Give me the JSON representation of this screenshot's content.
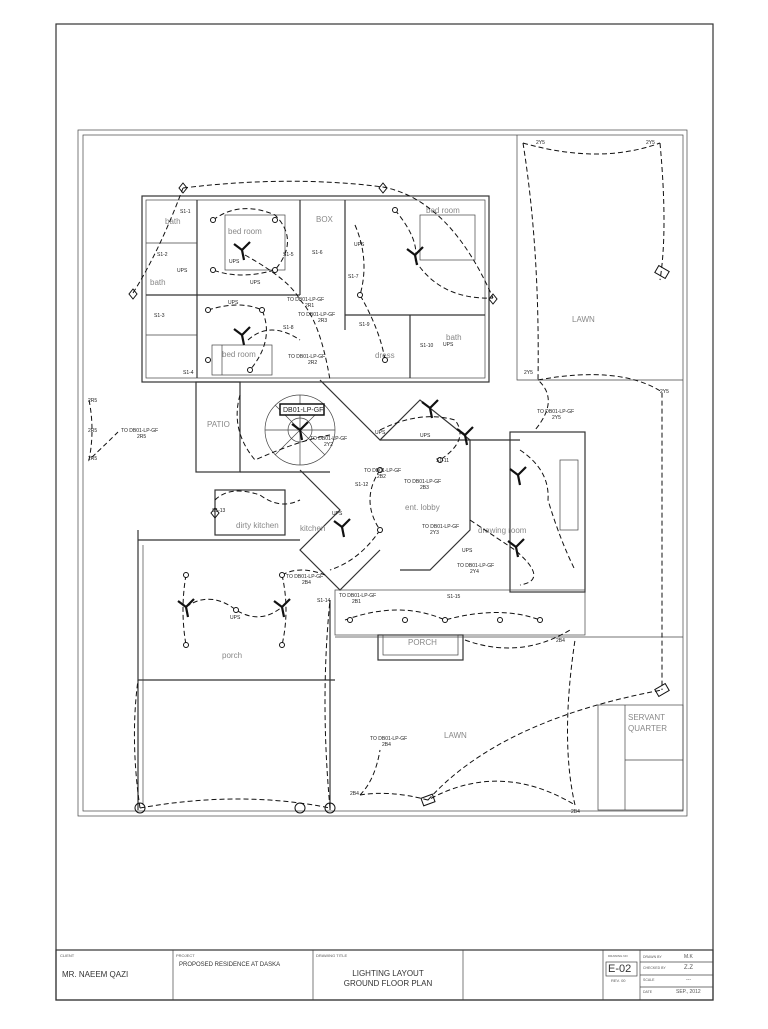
{
  "rooms": {
    "bed_room_left": "bed room",
    "bed_room_right": "bed room",
    "bed_room_lower": "bed room",
    "bath_1": "bath",
    "bath_2": "bath",
    "bath_3": "bath",
    "dress": "dress",
    "box": "BOX",
    "patio": "PATIO",
    "dirty_kitchen": "dirty kitchen",
    "kitchen": "kitchen",
    "ent_lobby": "ent. lobby",
    "drawing_room": "drawing room",
    "porch": "porch",
    "porch_lower": "PORCH",
    "lawn_right": "LAWN",
    "lawn_lower": "LAWN",
    "servant_quarter_1": "SERVANT",
    "servant_quarter_2": "QUARTER"
  },
  "labels": {
    "db_main": "DB01-LP-GF",
    "to_2r5": "TO DB01-LP-GF",
    "to_2r5_b": "2R5",
    "to_2r1": "TO DB01-LP-GF",
    "to_2r1_b": "2R1",
    "to_2r3": "TO DB01-LP-GF",
    "to_2r3_b": "2R3",
    "to_2r2": "TO DB01-LP-GF",
    "to_2r2_b": "2R2",
    "to_2y5": "TO DB01-LP-GF",
    "to_2y5_b": "2Y5",
    "to_2y2": "TO DB01-LP-GF",
    "to_2y2_b": "2Y2",
    "to_2b2": "TO DB01-LP-GF",
    "to_2b2_b": "2B2",
    "to_2b3": "TO DB01-LP-GF",
    "to_2b3_b": "2B3",
    "to_2y3": "TO DB01-LP-GF",
    "to_2y3_b": "2Y3",
    "to_2y4": "TO DB01-LP-GF",
    "to_2y4_b": "2Y4",
    "to_2b4a": "TO DB01-LP-GF",
    "to_2b4a_b": "2B4",
    "to_2b1": "TO DB01-LP-GF",
    "to_2b1_b": "2B1",
    "to_2b4": "TO DB01-LP-GF",
    "to_2b4_b": "2B4",
    "ups": "UPS",
    "c_2y5_a": "2Y5",
    "c_2y5_b": "2Y5",
    "c_2y5_c": "2Y5",
    "c_2y5_d": "2Y5",
    "c_2b4_a": "2B4",
    "c_2b4_b": "2B4",
    "c_2b4_c": "2B4",
    "c_2r5_a": "2R5",
    "c_2r5_b": "2R5",
    "c_2r5_c": "2R5",
    "s1_1": "S1-1",
    "s1_2": "S1-2",
    "s1_3": "S1-3",
    "s1_4": "S1-4",
    "s1_5": "S1-5",
    "s1_6": "S1-6",
    "s1_7": "S1-7",
    "s1_8": "S1-8",
    "s1_9": "S1-9",
    "s1_10": "S1-10",
    "s1_11": "S1-11",
    "s1_12": "S1-12",
    "s1_13": "S1-13",
    "s1_14": "S1-14",
    "s1_15": "S1-15"
  },
  "title_block": {
    "client_label": "CLIENT",
    "client": "MR. NAEEM QAZI",
    "project_label": "PROJECT",
    "project": "PROPOSED RESIDENCE AT DASKA",
    "title_label": "DRAWING TITLE",
    "title_line1": "LIGHTING LAYOUT",
    "title_line2": "GROUND FLOOR PLAN",
    "drawing_no_label": "DRAWING NO",
    "drawing_no": "E-02",
    "rev_label": "REV. 00",
    "drawn_by_label": "DRAWN BY",
    "drawn_by": "M.K",
    "checked_by_label": "CHECKED BY",
    "checked_by": "Z.Z",
    "scale_label": "SCALE",
    "scale": "---",
    "date_label": "DATE",
    "date": "SEP., 2012"
  }
}
